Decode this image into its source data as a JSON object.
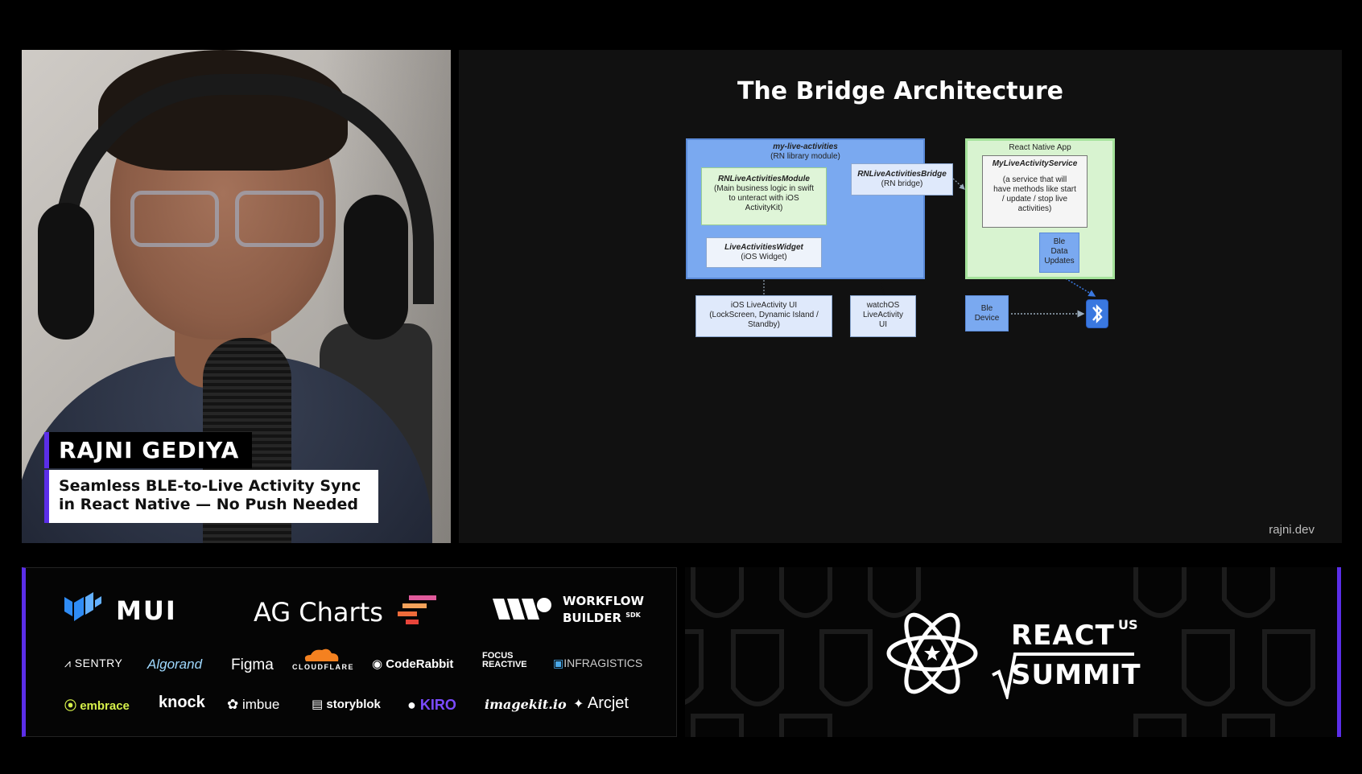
{
  "speaker": {
    "name": "RAJNI GEDIYA",
    "talk_title_line1": "Seamless BLE-to-Live Activity Sync",
    "talk_title_line2": "in React Native — No Push Needed"
  },
  "slide": {
    "title": "The Bridge Architecture",
    "footer_url": "rajni.dev",
    "diagram": {
      "library_module": {
        "name": "my-live-activities",
        "subtitle": "(RN library module)"
      },
      "module": {
        "name": "RNLiveActivitiesModule",
        "line1": "(Main business logic in swift",
        "line2": "to unteract with iOS",
        "line3": "ActivityKit)"
      },
      "bridge": {
        "name": "RNLiveActivitiesBridge",
        "subtitle": "(RN bridge)"
      },
      "widget": {
        "name": "LiveActivitiesWidget",
        "subtitle": "(iOS Widget)"
      },
      "react_native_app": {
        "name": "React Native App"
      },
      "service": {
        "name": "MyLiveActivityService",
        "line1": "(a service that will",
        "line2": "have methods like start",
        "line3": "/ update / stop live",
        "line4": "activities)"
      },
      "ble_data": {
        "line1": "Ble",
        "line2": "Data",
        "line3": "Updates"
      },
      "ios_ui": {
        "line1": "iOS LiveActivity UI",
        "line2": "(LockScreen, Dynamic Island /",
        "line3": "Standby)"
      },
      "watch_ui": {
        "line1": "watchOS",
        "line2": "LiveActivity",
        "line3": "UI"
      },
      "ble_device": {
        "line1": "Ble",
        "line2": "Device"
      },
      "bluetooth_icon": "bluetooth-icon"
    }
  },
  "sponsors": {
    "mui": "MUI",
    "ag_charts": "AG Charts",
    "workflow_line1": "WORKFLOW",
    "workflow_line2": "BUILDER",
    "workflow_sdk": "SDK",
    "sentry": "SENTRY",
    "algorand": "Algorand",
    "figma": "Figma",
    "cloudflare": "CLOUDFLARE",
    "coderabbit": "CodeRabbit",
    "focus_line1": "FOCUS",
    "focus_line2": "REACTIVE",
    "infragistics": "INFRAGISTICS",
    "embrace": "embrace",
    "knock": "knock",
    "imbue": "imbue",
    "storyblok": "storyblok",
    "kiro": "KIRO",
    "imagekit": "imagekit.io",
    "arcjet": "Arcjet"
  },
  "event": {
    "line1": "REACT",
    "superscript": "US",
    "line2": "SUMMIT"
  },
  "colors": {
    "accent_purple": "#5b2ee8",
    "diagram_blue": "#7aa9f0",
    "diagram_green": "#d8f3d0"
  }
}
